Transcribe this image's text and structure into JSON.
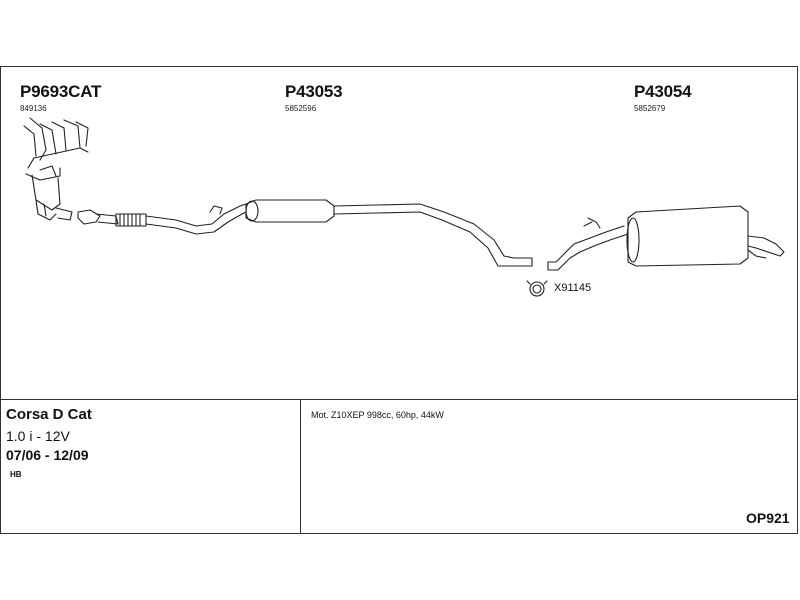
{
  "parts": [
    {
      "code": "P9693CAT",
      "ref": "849136"
    },
    {
      "code": "P43053",
      "ref": "5852596"
    },
    {
      "code": "P43054",
      "ref": "5852679"
    }
  ],
  "clamp": {
    "code": "X91145"
  },
  "vehicle": {
    "model": "Corsa D Cat",
    "engine": "1.0 i - 12V",
    "years": "07/06 - 12/09",
    "body": "HB"
  },
  "motor_info": "Mot. Z10XEP 998cc, 60hp, 44kW",
  "kit_code": "OP921"
}
